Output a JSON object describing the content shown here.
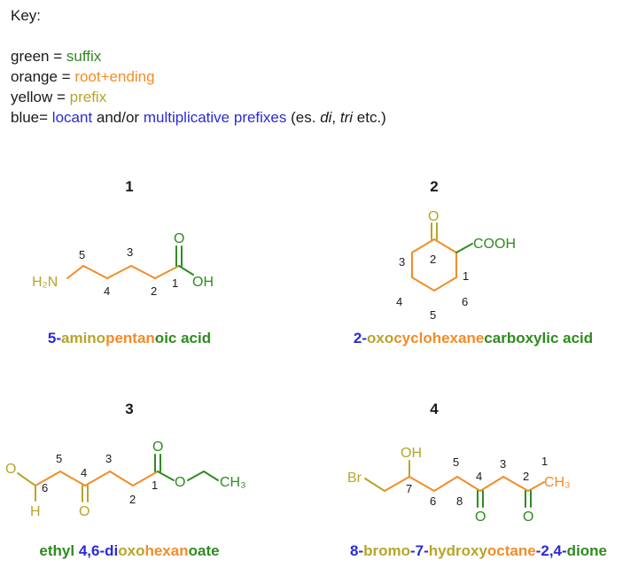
{
  "key": {
    "title": "Key:",
    "rows": [
      {
        "lead": "green = ",
        "parts": [
          {
            "t": "suffix",
            "c": "g"
          }
        ]
      },
      {
        "lead": "orange = ",
        "parts": [
          {
            "t": "root+ending",
            "c": "o"
          }
        ]
      },
      {
        "lead": "yellow = ",
        "parts": [
          {
            "t": "prefix",
            "c": "y"
          }
        ]
      },
      {
        "lead": "blue= ",
        "parts": [
          {
            "t": "locant",
            "c": "b"
          },
          {
            "t": " and/or ",
            "c": "k"
          },
          {
            "t": "multiplicative prefixes",
            "c": "b"
          },
          {
            "t": " (es. ",
            "c": "k"
          },
          {
            "t": "di",
            "c": "k i"
          },
          {
            "t": ", ",
            "c": "k"
          },
          {
            "t": "tri",
            "c": "k i"
          },
          {
            "t": " etc.)",
            "c": "k"
          }
        ]
      }
    ]
  },
  "colors": {
    "suffix": "#2e8b1f",
    "root": "#f28c28",
    "prefix": "#b7a52a",
    "locant": "#2b2bd6"
  },
  "compounds": [
    {
      "number": "1",
      "name_parts": [
        {
          "t": "5-",
          "c": "b"
        },
        {
          "t": "amino",
          "c": "y"
        },
        {
          "t": "pentan",
          "c": "o"
        },
        {
          "t": "oic acid",
          "c": "g"
        }
      ]
    },
    {
      "number": "2",
      "name_parts": [
        {
          "t": "2-",
          "c": "b"
        },
        {
          "t": "oxo",
          "c": "y"
        },
        {
          "t": "cyclohexane",
          "c": "o"
        },
        {
          "t": "carboxylic acid",
          "c": "g"
        }
      ]
    },
    {
      "number": "3",
      "name_parts": [
        {
          "t": "ethyl ",
          "c": "g"
        },
        {
          "t": "4,6-di",
          "c": "b"
        },
        {
          "t": "oxo",
          "c": "y"
        },
        {
          "t": "hexan",
          "c": "o"
        },
        {
          "t": "oate",
          "c": "g"
        }
      ]
    },
    {
      "number": "4",
      "name_parts": [
        {
          "t": "8-",
          "c": "b"
        },
        {
          "t": "bromo",
          "c": "y"
        },
        {
          "t": "-7-",
          "c": "b"
        },
        {
          "t": "hydroxy",
          "c": "y"
        },
        {
          "t": "octane",
          "c": "o"
        },
        {
          "t": "-2,4-",
          "c": "b"
        },
        {
          "t": "dione",
          "c": "g"
        }
      ]
    }
  ],
  "structure_labels": {
    "s1": {
      "h2n": "H₂N",
      "oh": "OH",
      "o": "O",
      "n5": "5",
      "n4": "4",
      "n3": "3",
      "n2": "2",
      "n1": "1"
    },
    "s2": {
      "o": "O",
      "cooh": "COOH",
      "n1": "1",
      "n2": "2",
      "n3": "3",
      "n4": "4",
      "n5": "5",
      "n6": "6"
    },
    "s3": {
      "o_ald": "O",
      "h": "H",
      "o_ket": "O",
      "o_est": "O",
      "o_link": "O",
      "ch3": "CH₃",
      "n1": "1",
      "n2": "2",
      "n3": "3",
      "n4": "4",
      "n5": "5",
      "n6": "6"
    },
    "s4": {
      "br": "Br",
      "oh": "OH",
      "o4": "O",
      "o2": "O",
      "ch3": "CH₃",
      "n1": "1",
      "n2": "2",
      "n3": "3",
      "n4": "4",
      "n5": "5",
      "n6": "6",
      "n7": "7",
      "n8": "8"
    }
  }
}
